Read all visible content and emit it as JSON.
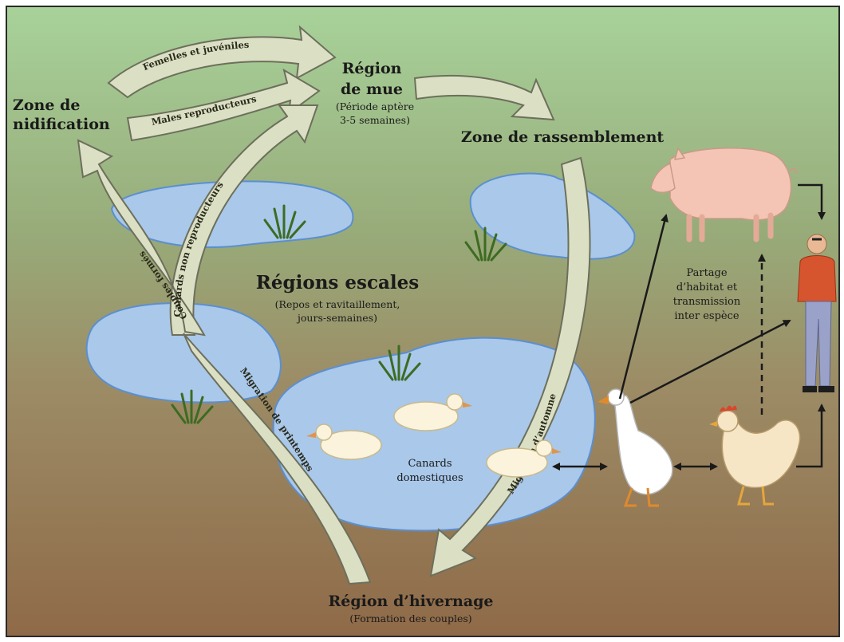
{
  "colors": {
    "sky_top": "#a8d29a",
    "ground_bottom": "#8f6a48",
    "pond": "#a9c8ea",
    "pond_edge": "#5b8fcf",
    "arrow_fill": "#dbe0c4",
    "arrow_edge": "#6d6f5c"
  },
  "labels": {
    "zone_nidification": "Zone de nidification",
    "zone_nidification_l1": "Zone de",
    "zone_nidification_l2": "nidification",
    "region_mue_l1": "Région",
    "region_mue_l2": "de mue",
    "region_mue_sub_l1": "(Période aptère",
    "region_mue_sub_l2": "3-5 semaines)",
    "zone_rassemblement": "Zone de rassemblement",
    "regions_escales": "Régions escales",
    "escales_sub_l1": "(Repos et ravitaillement,",
    "escales_sub_l2": "jours-semaines)",
    "region_hivernage": "Région d’hivernage",
    "hivernage_sub": "(Formation des couples)",
    "canards_l1": "Canards",
    "canards_l2": "domestiques",
    "partage_l1": "Partage",
    "partage_l2": "d’habitat et",
    "partage_l3": "transmission",
    "partage_l4": "inter espèce"
  },
  "arrows": {
    "femelles": "Femelles et juvéniles",
    "males": "Males  reproducteurs",
    "non_repro": "Canards non reproducteurs",
    "couples": "Couples formés",
    "printemps": "Migration de printemps",
    "automne": "Migration d’automne"
  },
  "icons": [
    "grass-icon",
    "duck-icon",
    "goose-icon",
    "pig-icon",
    "chicken-icon",
    "person-icon"
  ]
}
